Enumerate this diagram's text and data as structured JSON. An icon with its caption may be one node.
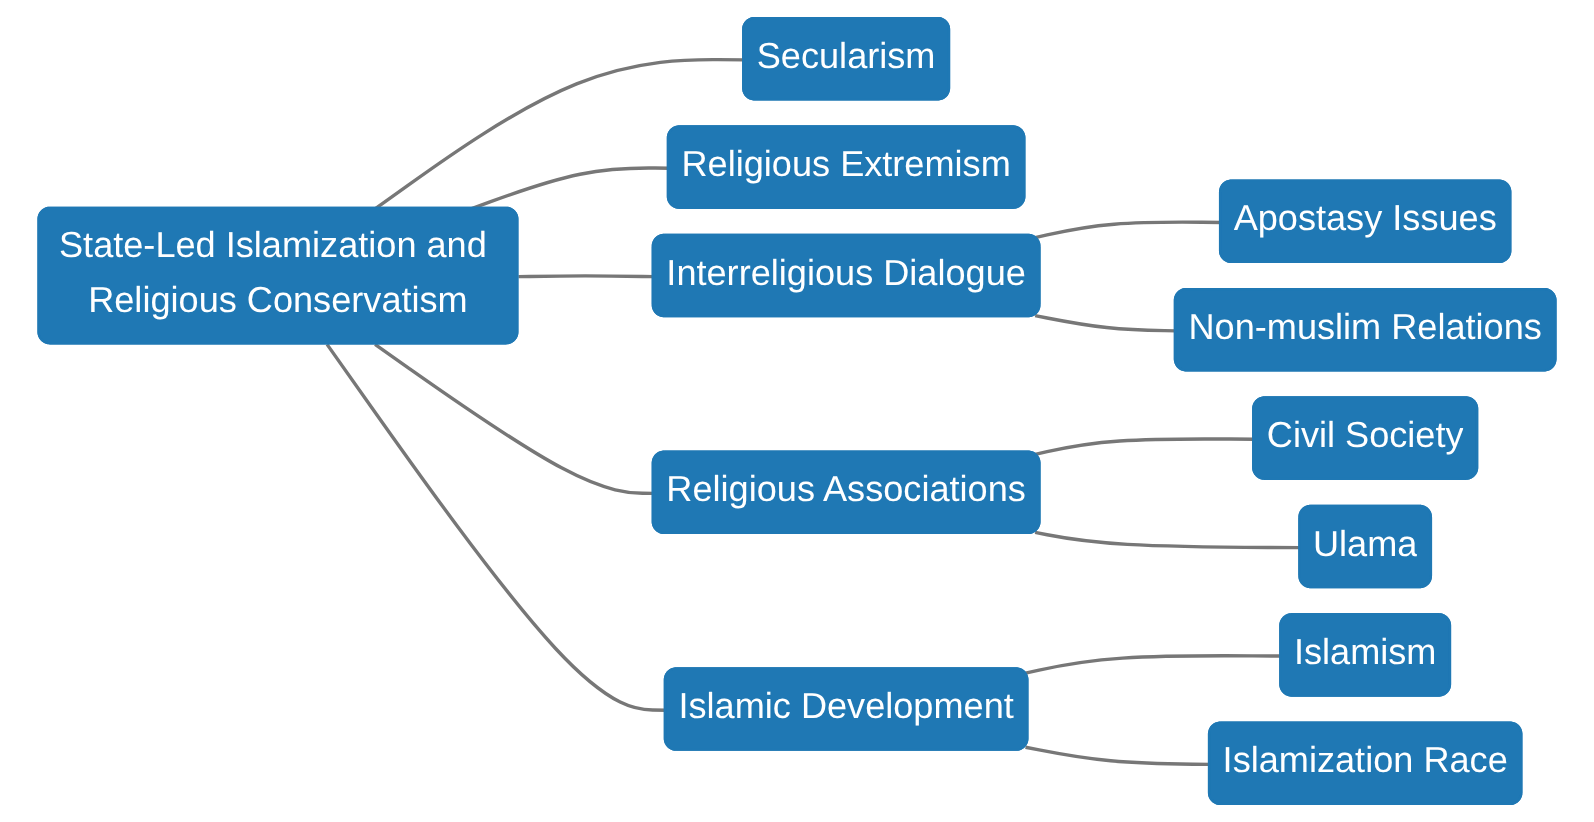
{
  "diagram": {
    "nodes": [
      {
        "text": [
          "State-Led Islamization and Religious Conservatism"
        ]
      },
      {
        "text": [
          "Secularism"
        ]
      },
      {
        "text": [
          "Religious Extremism"
        ]
      },
      {
        "text": [
          "Interreligious Dialogue"
        ]
      },
      {
        "text": [
          "Apostasy Issues"
        ]
      },
      {
        "text": [
          "Non-muslim Relations"
        ]
      },
      {
        "text": [
          "Religious Associations"
        ]
      },
      {
        "text": [
          "Civil Society"
        ]
      },
      {
        "text": [
          "Ulama"
        ]
      },
      {
        "text": [
          "Islamic Development"
        ]
      },
      {
        "text": [
          "Islamism"
        ]
      },
      {
        "text": [
          "Islamization Race"
        ]
      }
    ],
    "edges": [
      {
        "from": 0,
        "to": 1,
        "arrow": "none"
      },
      {
        "from": 0,
        "to": 2,
        "arrow": "none"
      },
      {
        "from": 0,
        "to": 3,
        "arrow": "none"
      },
      {
        "from": 0,
        "to": 6,
        "arrow": "none"
      },
      {
        "from": 0,
        "to": 9,
        "arrow": "none"
      },
      {
        "from": 3,
        "to": 4,
        "arrow": "none"
      },
      {
        "from": 3,
        "to": 5,
        "arrow": "none"
      },
      {
        "from": 6,
        "to": 7,
        "arrow": "none"
      },
      {
        "from": 6,
        "to": 8,
        "arrow": "none"
      },
      {
        "from": 9,
        "to": 10,
        "arrow": "none"
      },
      {
        "from": 9,
        "to": 11,
        "arrow": "none"
      }
    ]
  }
}
